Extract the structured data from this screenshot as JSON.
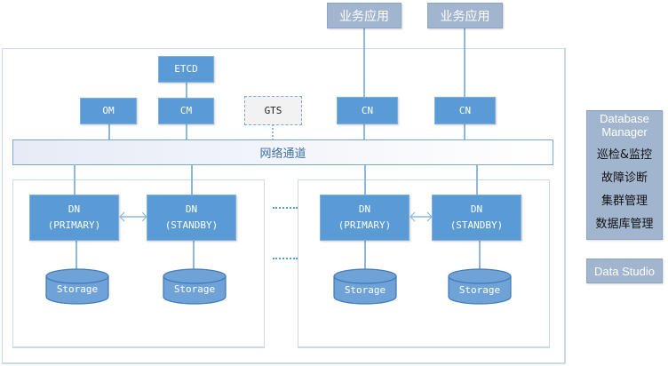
{
  "apps": [
    {
      "label": "业务应用"
    },
    {
      "label": "业务应用"
    }
  ],
  "components": {
    "etcd": "ETCD",
    "om": "OM",
    "cm": "CM",
    "gts": "GTS",
    "cn1": "CN",
    "cn2": "CN"
  },
  "network": {
    "label": "网络通道"
  },
  "clusters": [
    {
      "primary": "DN\n(PRIMARY)",
      "standby": "DN\n(STANDBY)",
      "storage_primary": "Storage",
      "storage_standby": "Storage"
    },
    {
      "primary": "DN\n(PRIMARY)",
      "standby": "DN\n(STANDBY)",
      "storage_primary": "Storage",
      "storage_standby": "Storage"
    }
  ],
  "ellipsis": [
    "......",
    "......"
  ],
  "tools": {
    "db_manager": {
      "title": "Database Manager",
      "items": [
        "巡检&监控",
        "故障诊断",
        "集群管理",
        "数据库管理"
      ]
    },
    "data_studio": {
      "label": "Data Studio"
    }
  },
  "colors": {
    "node": "#5b9bd5",
    "app": "#a2b5cf",
    "line": "#8db7e0",
    "border": "#c9d8ea"
  }
}
